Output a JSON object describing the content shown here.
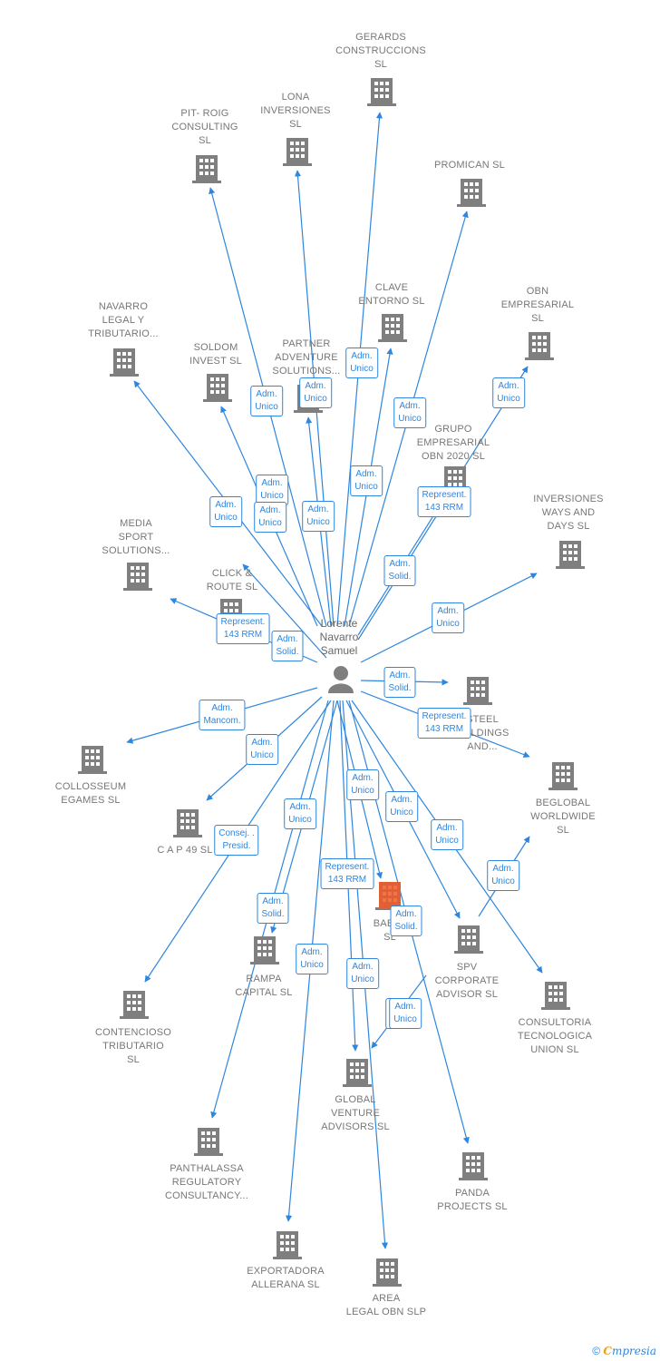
{
  "center": {
    "label": "Lorente\nNavarro\nSamuel"
  },
  "colors": {
    "edge": "#2e86de",
    "node": "#7f7f7f",
    "highlight": "#f05a28"
  },
  "nodes": [
    {
      "id": "gerards",
      "label": "GERARDS\nCONSTRUCCIONS\nSL",
      "pos": "top"
    },
    {
      "id": "lona",
      "label": "LONA\nINVERSIONES\nSL",
      "pos": "top"
    },
    {
      "id": "pitroig",
      "label": "PIT- ROIG\nCONSULTING\nSL",
      "pos": "top"
    },
    {
      "id": "promican",
      "label": "PROMICAN  SL",
      "pos": "top"
    },
    {
      "id": "clave",
      "label": "CLAVE\nENTORNO  SL",
      "pos": "top"
    },
    {
      "id": "obnemp",
      "label": "OBN\nEMPRESARIAL\nSL",
      "pos": "top"
    },
    {
      "id": "navarro",
      "label": "NAVARRO\nLEGAL Y\nTRIBUTARIO...",
      "pos": "top"
    },
    {
      "id": "soldom",
      "label": "SOLDOM\nINVEST  SL",
      "pos": "top"
    },
    {
      "id": "partner",
      "label": "PARTNER\nADVENTURE\nSOLUTIONS...",
      "pos": "top"
    },
    {
      "id": "grupo",
      "label": "GRUPO\nEMPRESARIAL\nOBN 2020  SL",
      "pos": "top"
    },
    {
      "id": "inversiones",
      "label": "INVERSIONES\nWAYS AND\nDAYS  SL",
      "pos": "top"
    },
    {
      "id": "media",
      "label": "MEDIA\nSPORT\nSOLUTIONS...",
      "pos": "top"
    },
    {
      "id": "click",
      "label": "CLICK &\nROUTE  SL",
      "pos": "top"
    },
    {
      "id": "steel",
      "label": "STEEL\nHOLDINGS\nAND...",
      "pos": "bottom"
    },
    {
      "id": "collosseum",
      "label": "COLLOSSEUM\nEGAMES  SL",
      "pos": "bottom"
    },
    {
      "id": "beglobal",
      "label": "BEGLOBAL\nWORLDWIDE\nSL",
      "pos": "bottom"
    },
    {
      "id": "cap49",
      "label": "C A P 49 SL",
      "pos": "bottom"
    },
    {
      "id": "babel",
      "label": "BABEL\nSL",
      "pos": "bottom"
    },
    {
      "id": "rampa",
      "label": "RAMPA\nCAPITAL  SL",
      "pos": "bottom"
    },
    {
      "id": "spv",
      "label": "SPV\nCORPORATE\nADVISOR  SL",
      "pos": "bottom"
    },
    {
      "id": "contencioso",
      "label": "CONTENCIOSO\nTRIBUTARIO\nSL",
      "pos": "bottom"
    },
    {
      "id": "consultoria",
      "label": "CONSULTORIA\nTECNOLOGICA\nUNION  SL",
      "pos": "bottom"
    },
    {
      "id": "global",
      "label": "GLOBAL\nVENTURE\nADVISORS  SL",
      "pos": "bottom"
    },
    {
      "id": "panthalassa",
      "label": "PANTHALASSA\nREGULATORY\nCONSULTANCY...",
      "pos": "bottom"
    },
    {
      "id": "panda",
      "label": "PANDA\nPROJECTS  SL",
      "pos": "bottom"
    },
    {
      "id": "exportadora",
      "label": "EXPORTADORA\nALLERANA  SL",
      "pos": "bottom"
    },
    {
      "id": "area",
      "label": "AREA\nLEGAL OBN  SLP",
      "pos": "bottom"
    }
  ],
  "edge_labels": [
    "Adm.\nUnico",
    "Adm.\nUnico",
    "Adm.\nUnico",
    "Adm.\nUnico",
    "Adm.\nUnico",
    "Adm.\nUnico",
    "Adm.\nSolid.",
    "Represent.\n143 RRM",
    "Adm.\nUnico",
    "Adm.\nUnico",
    "Adm.\nUnico",
    "Adm.\nSolid.",
    "Adm.\nUnico",
    "Adm.\nUnico",
    "Represent.\n143 RRM",
    "Adm.\nSolid.",
    "Represent.\n143 RRM",
    "Adm.\nMancom.",
    "Adm.\nUnico",
    "Adm.\nUnico",
    "Consej. .\nPresid.",
    "Adm.\nUnico",
    "Adm.\nUnico",
    "Adm.\nUnico",
    "Represent.\n143 RRM",
    "Adm.\nSolid.",
    "Adm.\nUnico",
    "Adm.\nUnico",
    "Adm.\nUnico",
    "Adm.\nSolid.",
    "Adm.\nUnico",
    "Adm.\nUnico"
  ],
  "footer": {
    "copyright": "©",
    "brand_first": "C",
    "brand_rest": "mpresia"
  }
}
